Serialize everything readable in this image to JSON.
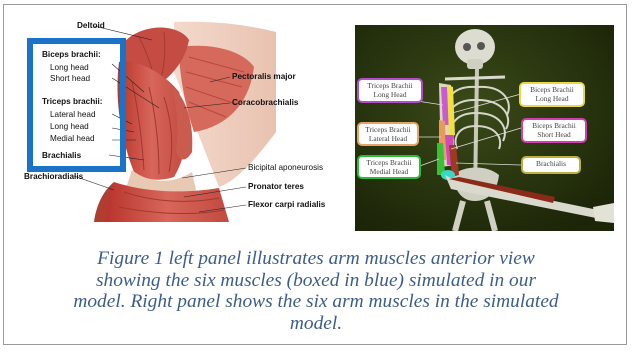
{
  "left_panel": {
    "labels": {
      "deltoid": "Deltoid",
      "biceps_brachii": "Biceps brachii:",
      "long_head": "Long head",
      "short_head": "Short head",
      "triceps_brachii": "Triceps brachii:",
      "lateral_head": "Lateral head",
      "long_head_2": "Long head",
      "medial_head": "Medial head",
      "brachialis": "Brachialis",
      "brachioradialis": "Brachioradialis",
      "pectoralis_major": "Pectoralis major",
      "coracobrachialis": "Coracobrachialis",
      "bicipital_aponeurosis": "Bicipital aponeurosis",
      "pronator_teres": "Pronator teres",
      "flexor_carpi_radialis": "Flexor carpi radialis"
    },
    "box_color": "#1a73c6"
  },
  "right_panel": {
    "tags": {
      "triceps_long": [
        "Triceps Brachii",
        "Long Head"
      ],
      "triceps_lateral": [
        "Triceps Brachii",
        "Lateral Head"
      ],
      "triceps_medial": [
        "Triceps Brachii",
        "Medial Head"
      ],
      "biceps_long": [
        "Biceps Brachii",
        "Long Head"
      ],
      "biceps_short": [
        "Biceps Brachii",
        "Short Head"
      ],
      "brachialis": [
        "Brachialis"
      ]
    },
    "tag_colors": {
      "triceps_long": "#b24fc8",
      "triceps_lateral": "#e6a46a",
      "triceps_medial": "#2dbb3a",
      "biceps_long": "#e9d84a",
      "biceps_short": "#cf3fb0",
      "brachialis": "#b9b23c"
    },
    "background": "#253010"
  },
  "caption": {
    "lines": [
      "Figure 1  left panel illustrates arm muscles anterior view",
      "showing the six muscles (boxed in blue) simulated in our",
      "model. Right panel shows the six arm muscles in the simulated",
      "model."
    ],
    "color": "#3d5d88"
  }
}
